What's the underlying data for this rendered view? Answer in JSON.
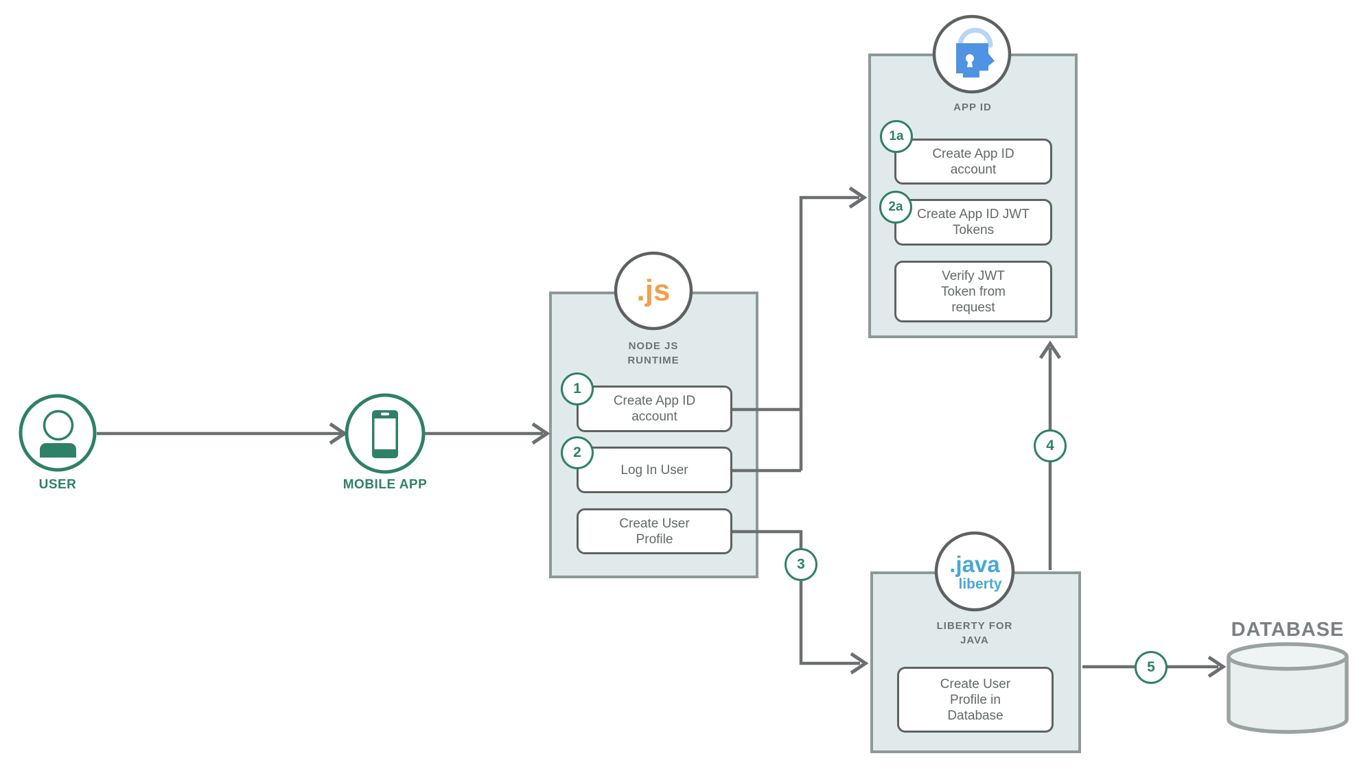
{
  "nodes": {
    "user": {
      "label": "USER"
    },
    "mobile_app": {
      "label": "MOBILE APP"
    },
    "nodejs_runtime": {
      "title": "NODE JS RUNTIME",
      "logo_text": ".js",
      "steps": [
        {
          "badge": "1",
          "label": "Create App ID account"
        },
        {
          "badge": "2",
          "label": "Log In User"
        },
        {
          "badge": "",
          "label": "Create User Profile"
        }
      ]
    },
    "app_id": {
      "title": "APP ID",
      "steps": [
        {
          "badge": "1a",
          "label": "Create App ID account"
        },
        {
          "badge": "2a",
          "label": "Create App ID JWT Tokens"
        },
        {
          "badge": "",
          "label": "Verify JWT Token from request"
        }
      ]
    },
    "liberty_for_java": {
      "title": "LIBERTY FOR JAVA",
      "logo_text_top": ".java",
      "logo_text_bottom": "liberty",
      "steps": [
        {
          "badge": "",
          "label": "Create User Profile in Database"
        }
      ]
    },
    "database": {
      "label": "DATABASE"
    }
  },
  "flow_badges": {
    "step3": "3",
    "step4": "4",
    "step5": "5"
  },
  "colors": {
    "green": "#2e8068",
    "panel_fill": "#e1eaea",
    "panel_border": "#8f9898",
    "line_gray": "#6b6f6f",
    "button_border": "#5e6362",
    "text_gray": "#636868",
    "nodejs_orange": "#f0a04a",
    "java_blue": "#49a8d3",
    "appid_blue": "#4f93e2",
    "appid_shackle_blue": "#b7d5f4"
  }
}
